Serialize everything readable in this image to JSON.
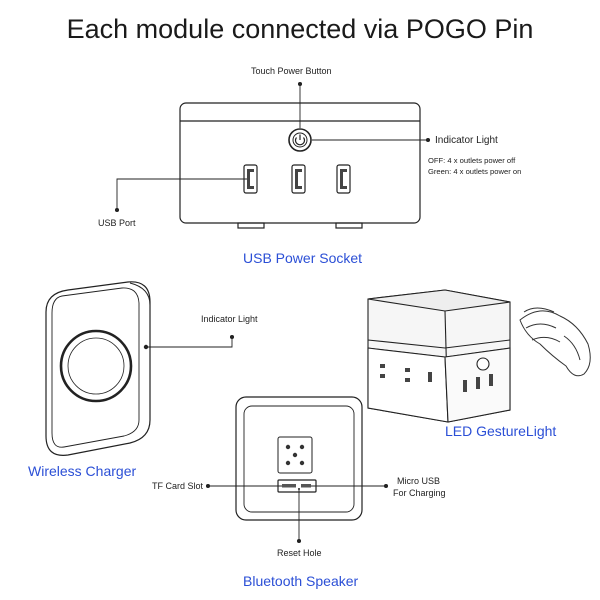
{
  "title": "Each module connected via POGO Pin",
  "usb_socket": {
    "name": "USB Power Socket",
    "touch_button_label": "Touch Power Button",
    "indicator_label": "Indicator Light",
    "indicator_off": "OFF: 4 x outlets power off",
    "indicator_green": "Green: 4 x outlets power on",
    "usb_port_label": "USB Port"
  },
  "wireless_charger": {
    "name": "Wireless Charger",
    "indicator_label": "Indicator Light"
  },
  "led_light": {
    "name": "LED GestureLight"
  },
  "speaker": {
    "name": "Bluetooth Speaker",
    "tf_label": "TF Card Slot",
    "micro_usb_line1": "Micro USB",
    "micro_usb_line2": "For Charging",
    "reset_label": "Reset Hole"
  },
  "colors": {
    "label_blue": "#2b4fd6",
    "line": "#222222"
  }
}
